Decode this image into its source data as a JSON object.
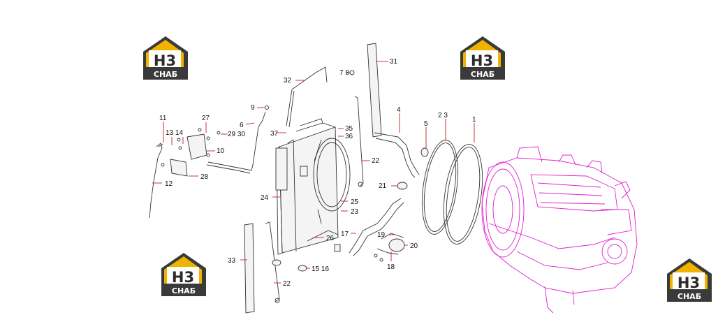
{
  "logo": {
    "mark": "H3",
    "caption": "СНАБ",
    "gold": "#f0b400",
    "dark": "#3a3a3a"
  },
  "colors": {
    "engine": "#e020d0",
    "leader": "#cc3333",
    "line": "#333333"
  },
  "callouts": {
    "c1": "1",
    "c2_3": "2 3",
    "c4": "4",
    "c5": "5",
    "c7_8": "7 8",
    "c9": "9",
    "c6": "6",
    "c10": "10",
    "c11": "11",
    "c12": "12",
    "c13_14": "13 14",
    "c15_16": "15 16",
    "c17": "17",
    "c18": "18",
    "c19": "19",
    "c20": "20",
    "c21": "21",
    "c22a": "22",
    "c22b": "22",
    "c23": "23",
    "c24": "24",
    "c25": "25",
    "c26": "26",
    "c27": "27",
    "c28": "28",
    "c29_30": "29 30",
    "c31": "31",
    "c32": "32",
    "c33": "33",
    "c35": "35",
    "c36": "36",
    "c37": "37"
  }
}
